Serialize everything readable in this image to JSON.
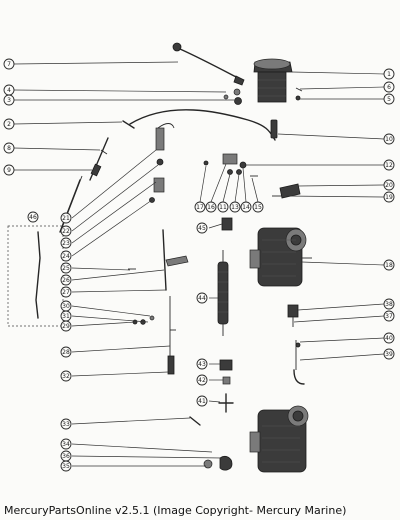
{
  "footer": {
    "text": "MercuryPartsOnline v2.5.1 (Image Copyright- Mercury Marine)"
  },
  "callouts": [
    "1",
    "2",
    "3",
    "4",
    "5",
    "6",
    "7",
    "8",
    "9",
    "10",
    "11",
    "12",
    "13",
    "14",
    "15",
    "16",
    "17",
    "18",
    "19",
    "20",
    "21",
    "22",
    "23",
    "24",
    "25",
    "26",
    "27",
    "28",
    "29",
    "30",
    "31",
    "32",
    "33",
    "34",
    "35",
    "36",
    "37",
    "38",
    "39",
    "40",
    "41",
    "42",
    "43",
    "44",
    "45",
    "46"
  ],
  "callout_colors": {
    "ink": "#222222",
    "paper": "#fbfbf9"
  }
}
